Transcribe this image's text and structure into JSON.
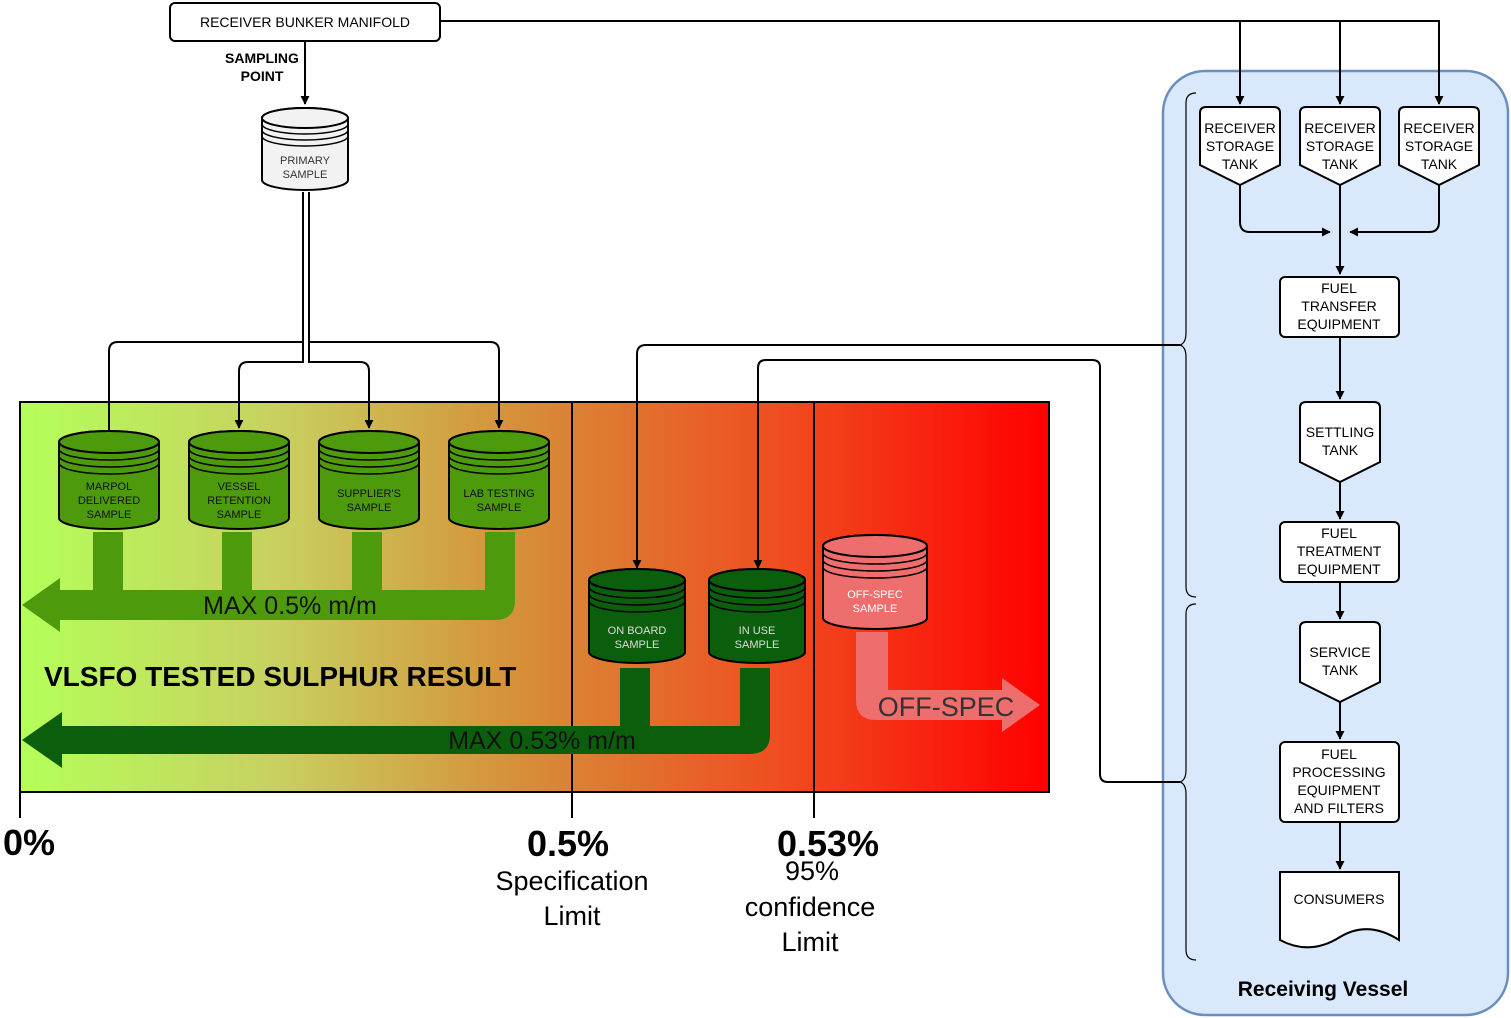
{
  "manifold": {
    "label": "RECEIVER BUNKER MANIFOLD"
  },
  "sampling_point": {
    "line1": "SAMPLING",
    "line2": "POINT"
  },
  "primary_sample": {
    "line1": "PRIMARY",
    "line2": "SAMPLE"
  },
  "samples": {
    "marpol": {
      "line1": "MARPOL",
      "line2": "DELIVERED",
      "line3": "SAMPLE"
    },
    "vessel": {
      "line1": "VESSEL",
      "line2": "RETENTION",
      "line3": "SAMPLE"
    },
    "supplier": {
      "line1": "SUPPLIER'S",
      "line2": "SAMPLE"
    },
    "lab": {
      "line1": "LAB TESTING",
      "line2": "SAMPLE"
    },
    "onboard": {
      "line1": "ON BOARD",
      "line2": "SAMPLE"
    },
    "inuse": {
      "line1": "IN USE",
      "line2": "SAMPLE"
    },
    "offspec": {
      "line1": "OFF-SPEC",
      "line2": "SAMPLE"
    }
  },
  "arrows": {
    "max05": "MAX 0.5% m/m",
    "max053": "MAX 0.53% m/m",
    "offspec": "OFF-SPEC"
  },
  "scale": {
    "title": "VLSFO TESTED SULPHUR RESULT",
    "zero": "0%",
    "spec": {
      "value": "0.5%",
      "line1": "Specification",
      "line2": "Limit"
    },
    "conf": {
      "value": "0.53%",
      "line1": "95%",
      "line2": "confidence",
      "line3": "Limit"
    }
  },
  "vessel": {
    "title": "Receiving Vessel",
    "storage_tank": {
      "line1": "RECEIVER",
      "line2": "STORAGE",
      "line3": "TANK"
    },
    "transfer": {
      "line1": "FUEL",
      "line2": "TRANSFER",
      "line3": "EQUIPMENT"
    },
    "settling": {
      "line1": "SETTLING",
      "line2": "TANK"
    },
    "treatment": {
      "line1": "FUEL",
      "line2": "TREATMENT",
      "line3": "EQUIPMENT"
    },
    "service": {
      "line1": "SERVICE",
      "line2": "TANK"
    },
    "processing": {
      "line1": "FUEL",
      "line2": "PROCESSING",
      "line3": "EQUIPMENT",
      "line4": "AND FILTERS"
    },
    "consumers": {
      "label": "CONSUMERS"
    }
  },
  "colors": {
    "dark_green": "#0B5E0B",
    "mid_green": "#4D9A0C",
    "light_green": "#B4FF5A",
    "red": "#FF0000",
    "offspec_pink": "#EE6D6D",
    "vessel_fill": "#DAE8FC",
    "vessel_stroke": "#6C8EBF"
  }
}
